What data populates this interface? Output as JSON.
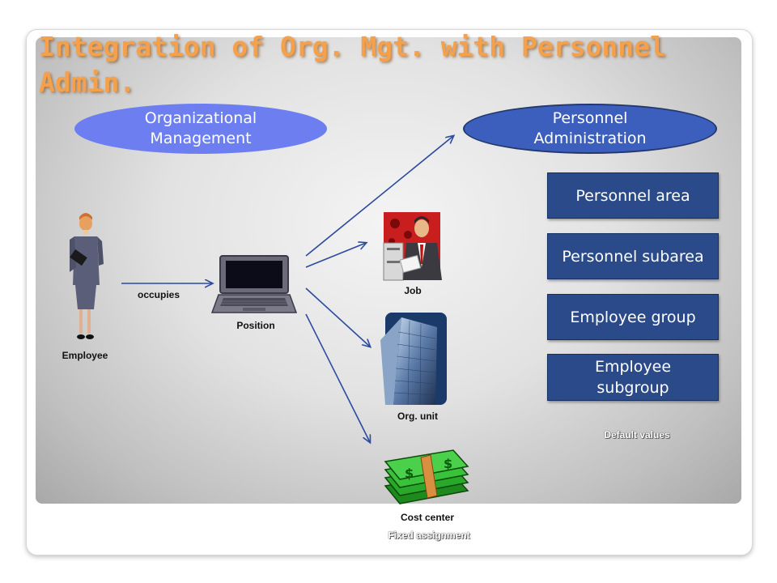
{
  "title": "Integration of Org. Mgt. with Personnel Admin.",
  "org_management": "Organizational\nManagement",
  "personnel_admin": "Personnel\nAdministration",
  "pa_boxes": [
    "Personnel area",
    "Personnel subarea",
    "Employee group",
    "Employee\nsubgroup"
  ],
  "default_values": "Default values",
  "employee": "Employee",
  "occupies": "occupies",
  "position": "Position",
  "job": "Job",
  "org_unit": "Org. unit",
  "cost_center": "Cost center",
  "fixed_assignment": "Fixed assignment",
  "colors": {
    "title": "#f5a04a",
    "box": "#2a4a8a",
    "om_ellipse": "#6d7ff0",
    "pa_ellipse": "#3c5ebd",
    "arrow": "#2b4aa0"
  },
  "icons": [
    "businesswoman-icon",
    "laptop-icon",
    "businessman-icon",
    "skyscraper-icon",
    "money-stack-icon"
  ]
}
